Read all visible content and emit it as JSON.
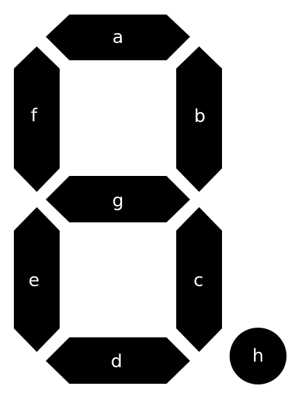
{
  "segments": [
    {
      "id": "a",
      "label": "a"
    },
    {
      "id": "b",
      "label": "b"
    },
    {
      "id": "c",
      "label": "c"
    },
    {
      "id": "d",
      "label": "d"
    },
    {
      "id": "e",
      "label": "e"
    },
    {
      "id": "f",
      "label": "f"
    },
    {
      "id": "g",
      "label": "g"
    }
  ],
  "dot": {
    "id": "h",
    "label": "h"
  },
  "colors": {
    "segment_fill": "#000000",
    "label_text": "#ffffff",
    "background": "#ffffff"
  }
}
